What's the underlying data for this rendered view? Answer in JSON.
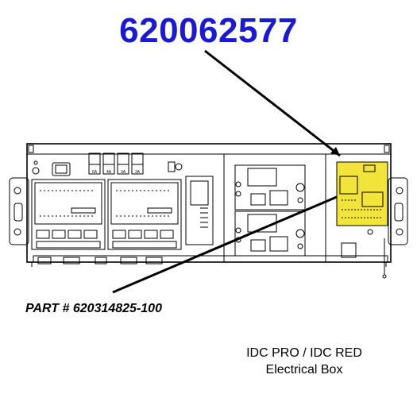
{
  "top_part_number": "620062577",
  "sub_part_number": "PART # 620314825-100",
  "caption": {
    "line1": "IDC PRO / IDC RED",
    "line2": "Electrical Box"
  },
  "breaker_labels": [
    "6A",
    "4A",
    "3A",
    "3A"
  ],
  "colors": {
    "part_number_blue": "#1a1ad6",
    "highlight_board": "#f2e43a",
    "line": "#000000"
  }
}
